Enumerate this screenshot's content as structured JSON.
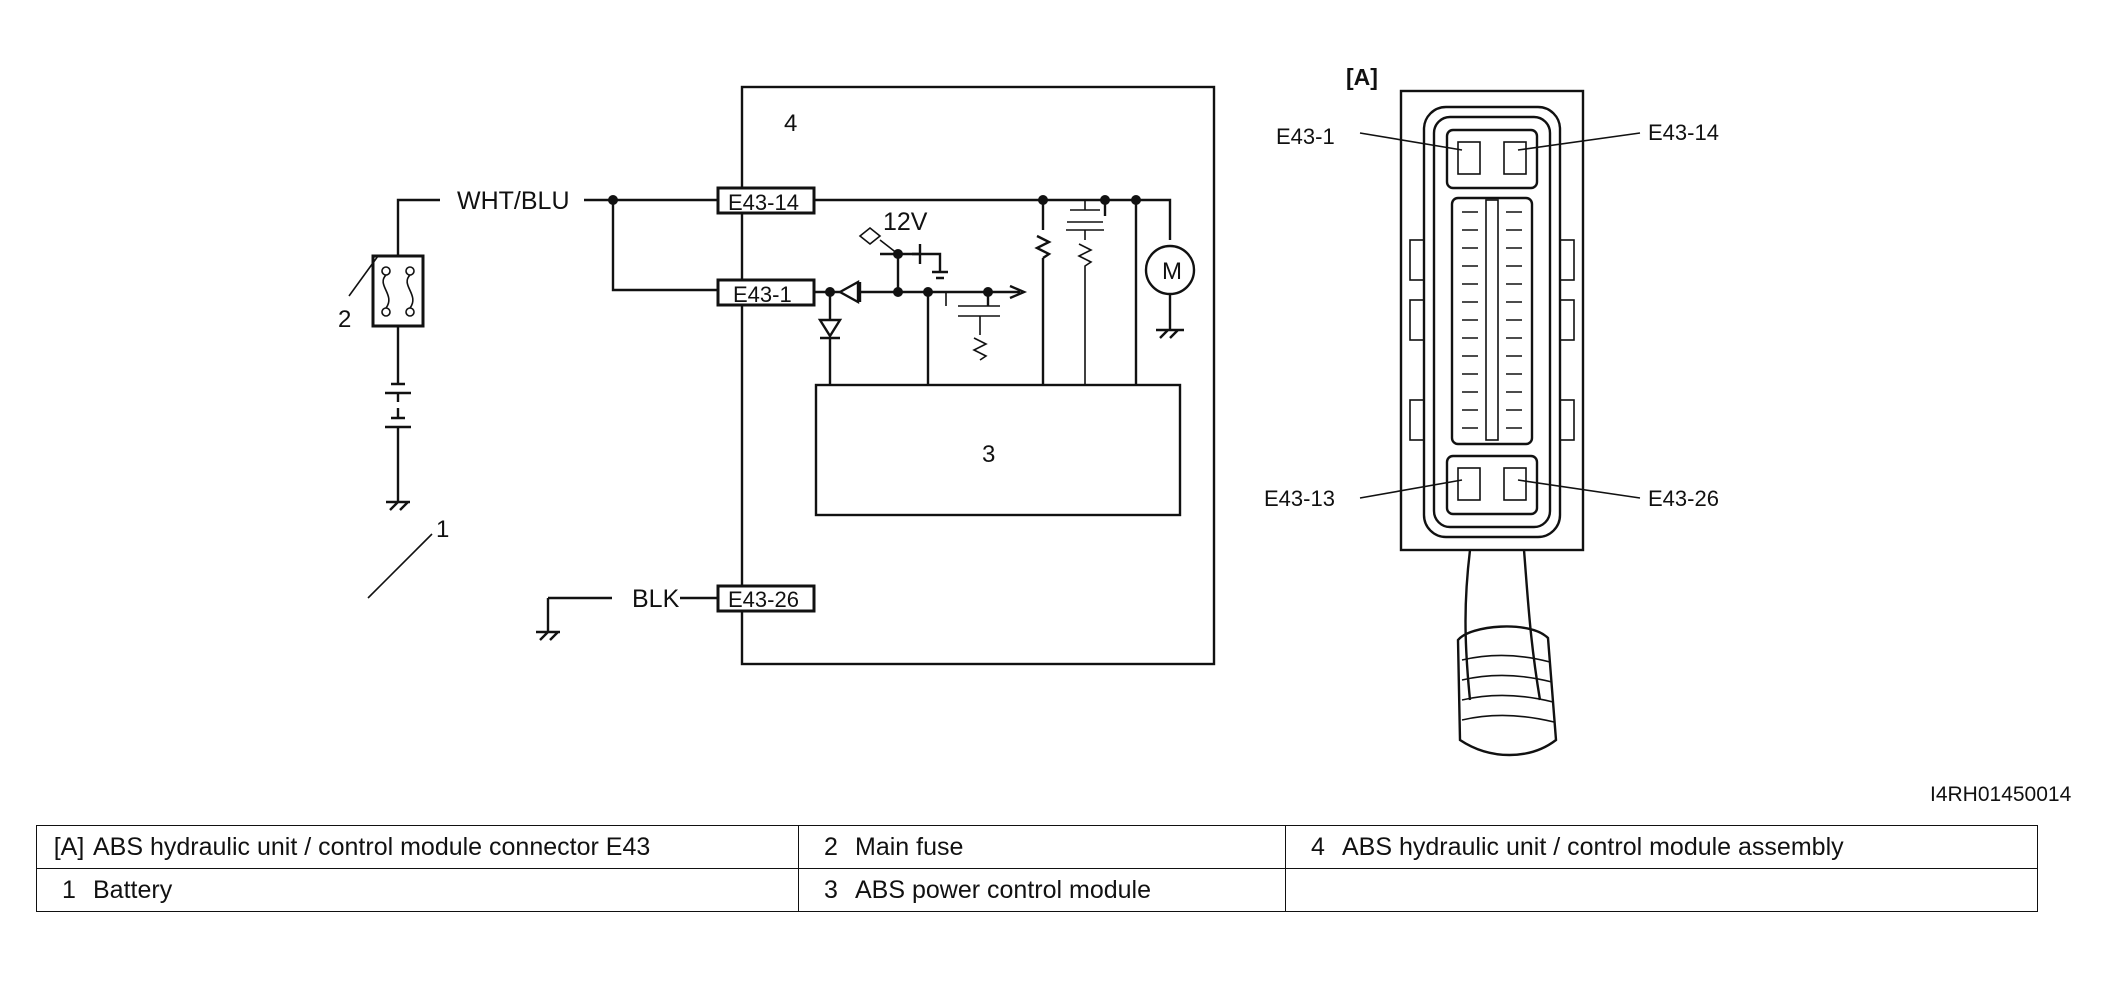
{
  "diagram": {
    "wire_top": "WHT/BLU",
    "wire_bottom": "BLK",
    "voltage": "12V",
    "motor": "M",
    "callouts": {
      "battery": "1",
      "fuse": "2",
      "module": "3",
      "assembly": "4"
    },
    "pins": {
      "p14": "E43-14",
      "p1": "E43-1",
      "p26": "E43-26"
    },
    "connector": {
      "tag": "[A]",
      "pin_tl": "E43-1",
      "pin_tr": "E43-14",
      "pin_bl": "E43-13",
      "pin_br": "E43-26"
    },
    "figure_code": "I4RH01450014"
  },
  "legend": {
    "rows": [
      [
        {
          "key": "[A]",
          "text": "ABS hydraulic unit / control module connector E43"
        },
        {
          "key": "2",
          "text": "Main fuse"
        },
        {
          "key": "4",
          "text": "ABS hydraulic unit / control module assembly"
        }
      ],
      [
        {
          "key": "1",
          "text": "Battery"
        },
        {
          "key": "3",
          "text": "ABS power control module"
        },
        {
          "key": "",
          "text": ""
        }
      ]
    ]
  }
}
